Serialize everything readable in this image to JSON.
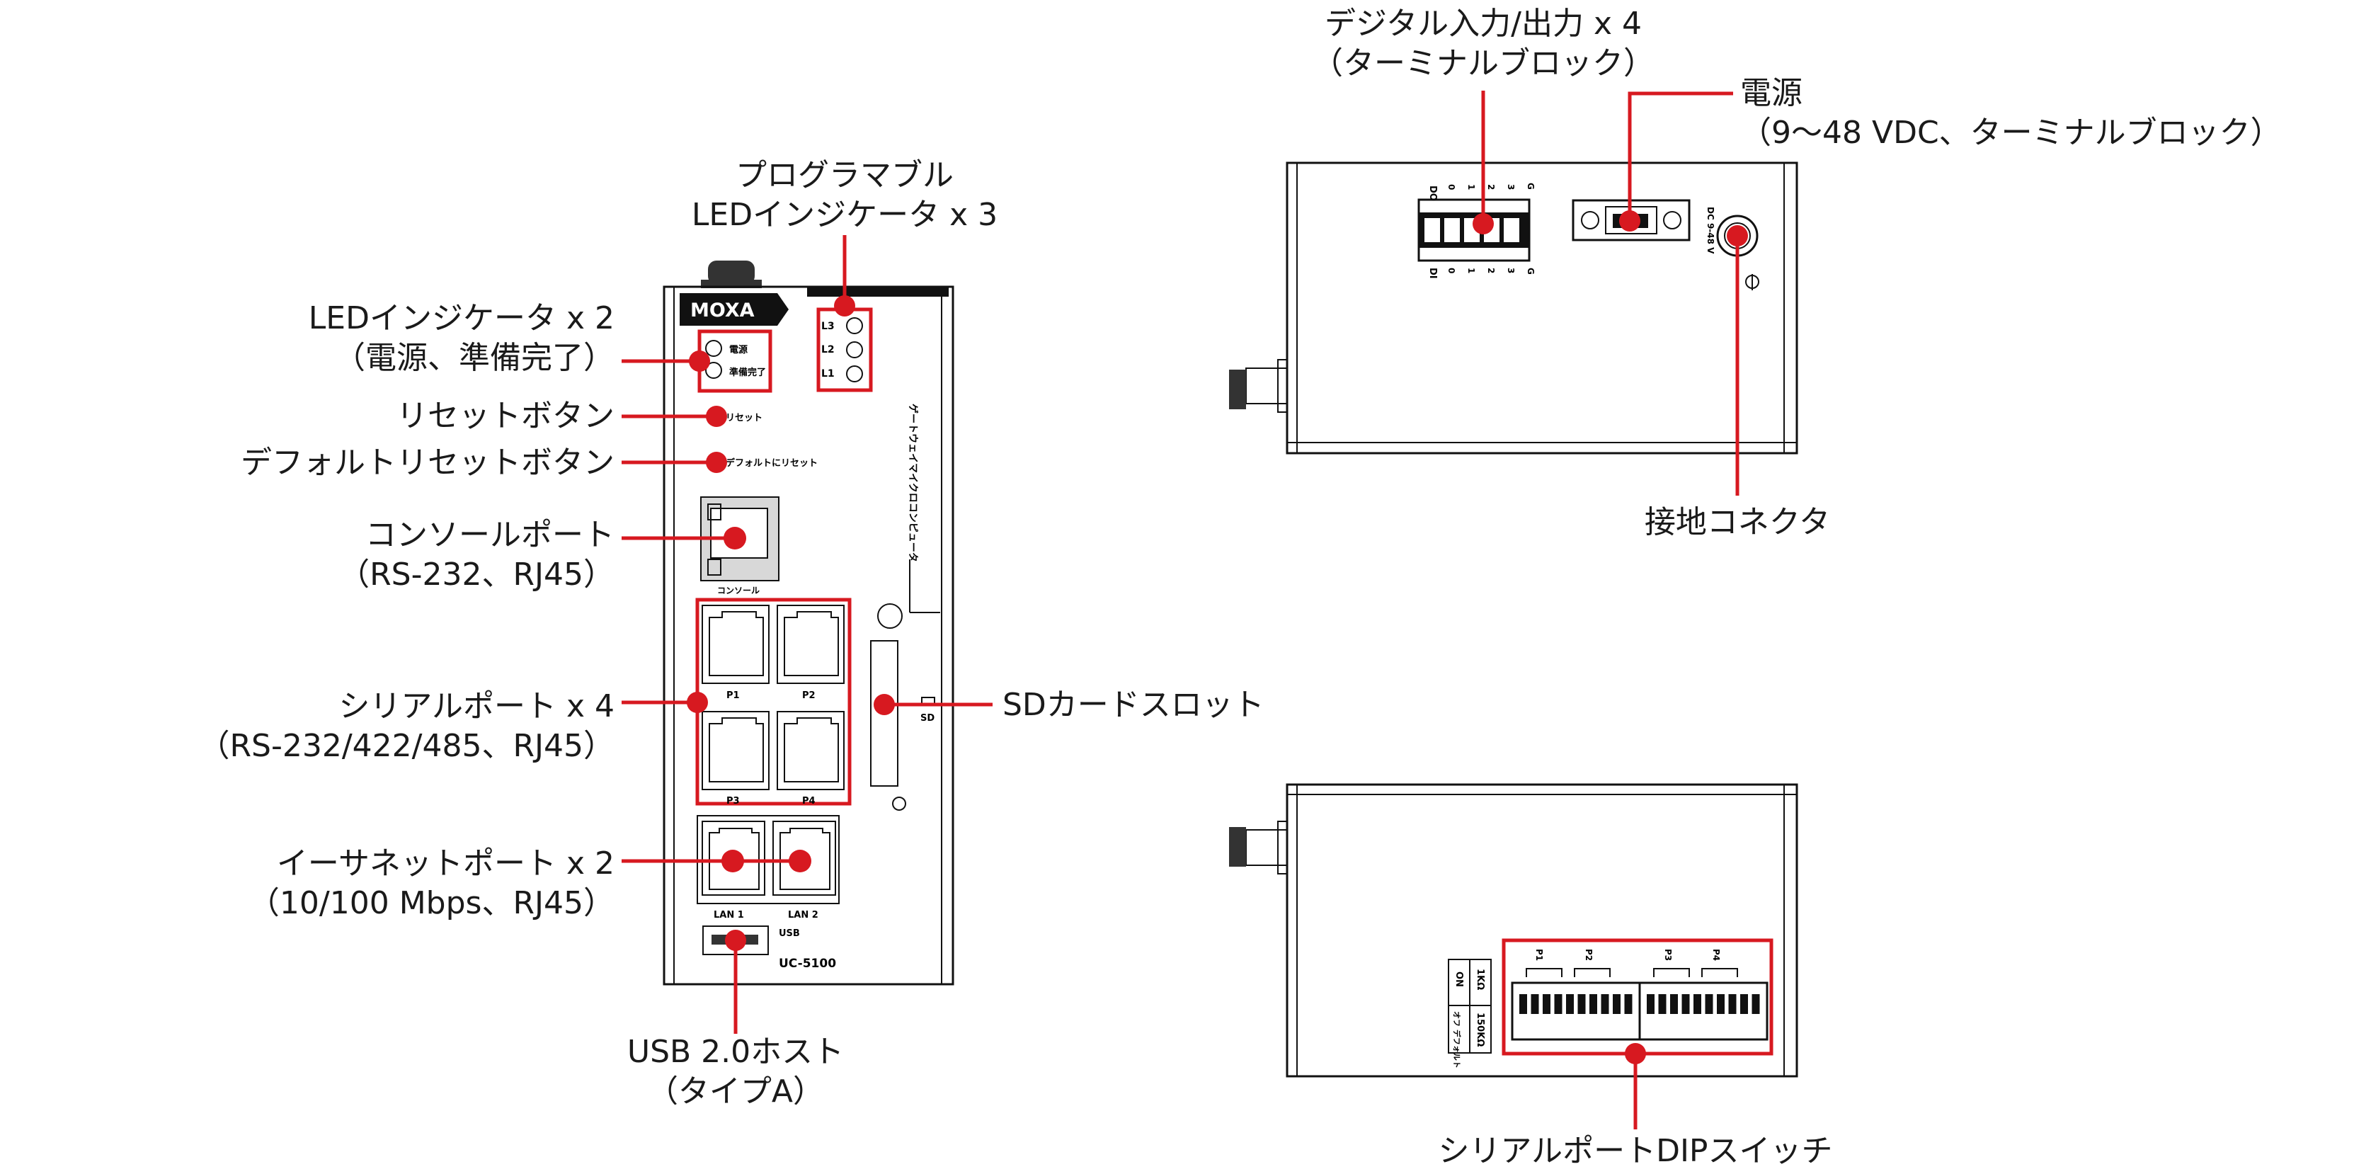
{
  "colors": {
    "accent": "#d71920",
    "line": "#111111"
  },
  "callouts": {
    "prog_led": [
      "プログラマブル",
      "LEDインジケータ x 3"
    ],
    "led2": [
      "LEDインジケータ x 2",
      "（電源、準備完了）"
    ],
    "reset": [
      "リセットボタン"
    ],
    "default_reset": [
      "デフォルトリセットボタン"
    ],
    "console": [
      "コンソールポート",
      "（RS-232、RJ45）"
    ],
    "serial": [
      "シリアルポート x 4",
      "（RS-232/422/485、RJ45）"
    ],
    "sd": [
      "SDカードスロット"
    ],
    "ethernet": [
      "イーサネットポート x 2",
      "（10/100 Mbps、RJ45）"
    ],
    "usb": [
      "USB 2.0ホスト",
      "（タイプA）"
    ],
    "dio": [
      "デジタル入力/出力 x 4",
      "（ターミナルブロック）"
    ],
    "power": [
      "電源",
      "（9〜48 VDC、ターミナルブロック）"
    ],
    "ground": [
      "接地コネクタ"
    ],
    "dip": [
      "シリアルポートDIPスイッチ"
    ]
  },
  "front_panel": {
    "brand": "MOXA",
    "led_labels": [
      "電源",
      "準備完了"
    ],
    "prog_leds": [
      "L3",
      "L2",
      "L1"
    ],
    "reset_text": "リセット",
    "default_reset_text": "デフォルトにリセット",
    "console_text": "コンソール",
    "serial_ports": [
      "P1",
      "P2",
      "P3",
      "P4"
    ],
    "sd_text": "SD",
    "lan_ports": [
      "LAN 1",
      "LAN 2"
    ],
    "usb_text": "USB",
    "model": "UC-5100",
    "side_text": "ゲートウェイマイクロコンピュータ"
  },
  "top_panel": {
    "do_label": "DO",
    "di_label": "DI",
    "pins": [
      "0",
      "1",
      "2",
      "3",
      "G"
    ],
    "power_text": "DC 9-48 V"
  },
  "bottom_panel": {
    "dip_ports": [
      "P1",
      "P2",
      "P3",
      "P4"
    ],
    "table": [
      "ON",
      "1KΩ",
      "オフ デフォルト",
      "150KΩ"
    ]
  }
}
